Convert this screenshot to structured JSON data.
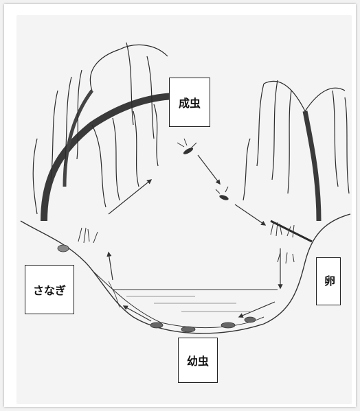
{
  "labels": {
    "adult": "成虫",
    "egg": "卵",
    "larva": "幼虫",
    "pupa": "さなぎ"
  }
}
